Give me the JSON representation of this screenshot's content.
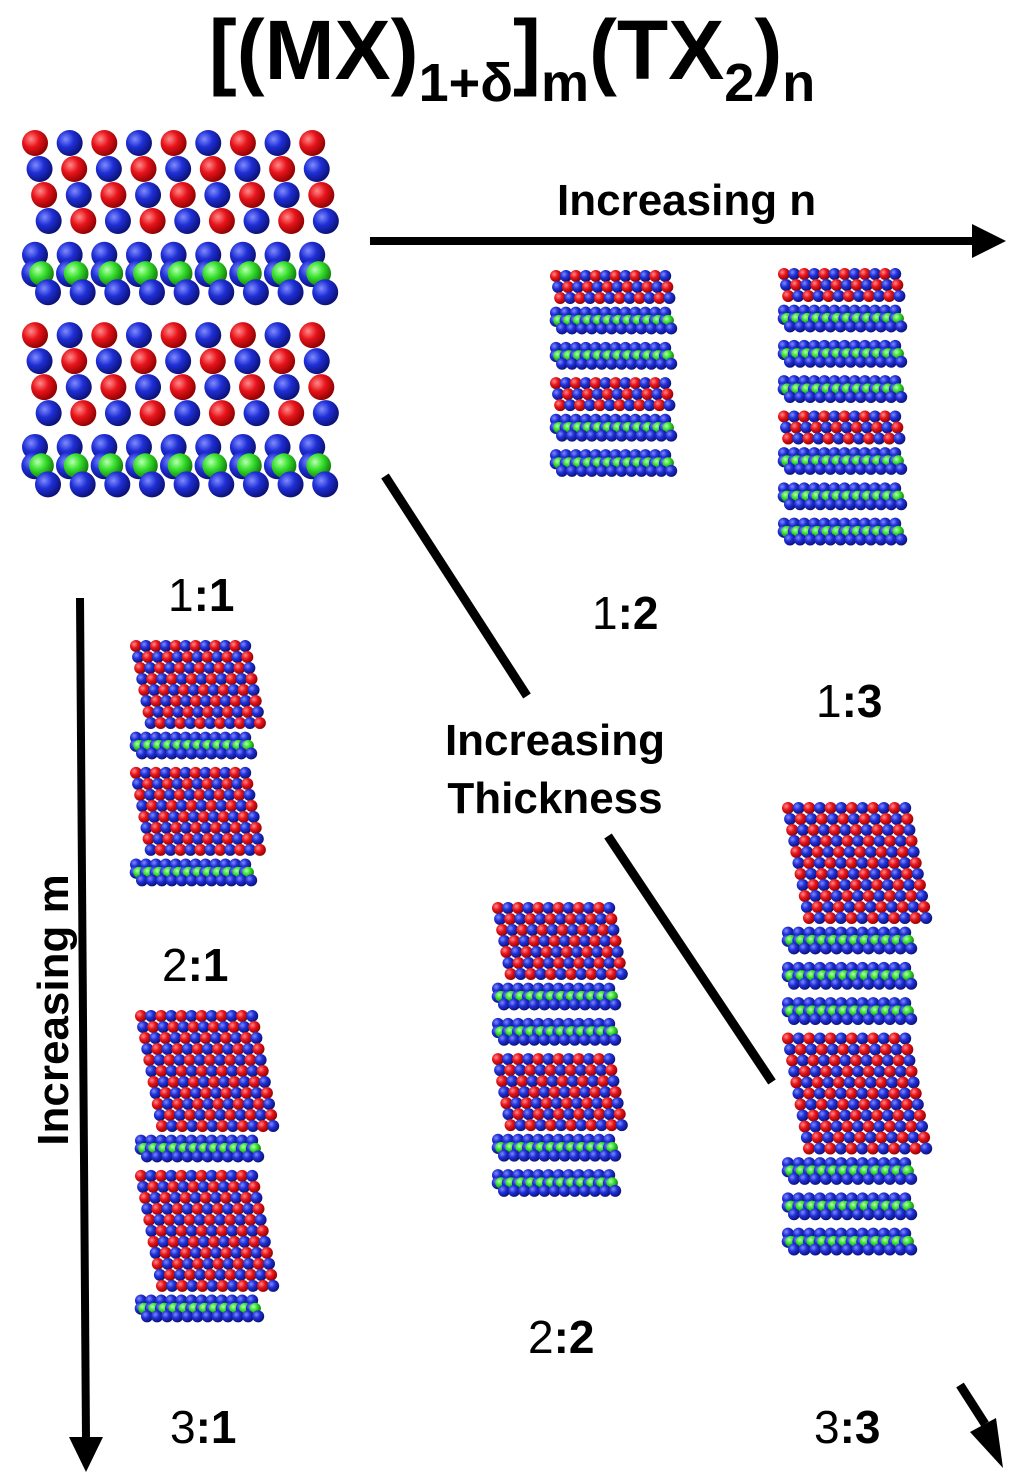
{
  "title": {
    "open": "[(MX)",
    "sub1": "1+δ",
    "mid": "]",
    "sub2": "m",
    "mid2": "(TX",
    "sub3": "2",
    "close": ")",
    "sub4": "n"
  },
  "axes": {
    "n_label": "Increasing n",
    "m_label": "Increasing m",
    "thickness_line1": "Increasing",
    "thickness_line2": "Thickness"
  },
  "structures": [
    {
      "id": "s11",
      "m": "1",
      "n": "1",
      "sep": ":",
      "layers": [
        "MX",
        "TX2",
        "MX",
        "TX2"
      ]
    },
    {
      "id": "s12",
      "m": "1",
      "n": "2",
      "sep": ":",
      "layers": [
        "MX",
        "TX2",
        "TX2",
        "MX",
        "TX2",
        "TX2"
      ]
    },
    {
      "id": "s13",
      "m": "1",
      "n": "3",
      "sep": ":",
      "layers": [
        "MX",
        "TX2",
        "TX2",
        "TX2",
        "MX",
        "TX2",
        "TX2",
        "TX2"
      ]
    },
    {
      "id": "s21",
      "m": "2",
      "n": "1",
      "sep": ":",
      "layers": [
        "MX",
        "TX2",
        "MX",
        "TX2"
      ]
    },
    {
      "id": "s31",
      "m": "3",
      "n": "1",
      "sep": ":",
      "layers": [
        "MX",
        "TX2",
        "MX",
        "TX2"
      ]
    },
    {
      "id": "s22",
      "m": "2",
      "n": "2",
      "sep": ":",
      "layers": [
        "MX",
        "TX2",
        "TX2",
        "MX",
        "TX2",
        "TX2"
      ]
    },
    {
      "id": "s33",
      "m": "3",
      "n": "3",
      "sep": ":",
      "layers": [
        "MX",
        "TX2",
        "TX2",
        "TX2",
        "MX",
        "TX2",
        "TX2",
        "TX2"
      ]
    }
  ],
  "colors": {
    "metal_atom": "#e8141b",
    "chalcogen_atom": "#1f2fd6",
    "transition_metal_atom": "#39e12f",
    "arrow": "#000000"
  }
}
